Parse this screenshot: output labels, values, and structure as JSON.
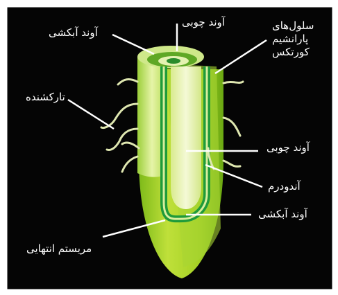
{
  "labels": {
    "xylem_top": "آوند چوبی",
    "phloem_top": "آوند آبکشی",
    "parenchyma_line1": "سلول‌های",
    "parenchyma_line2": "پارانشیم",
    "parenchyma_line3": "کورتکس",
    "root_hair": "تارکشنده",
    "xylem_mid": "آوند چوبی",
    "endodermis": "آندودرم",
    "phloem_mid": "آوند آبکشی",
    "meristem": "مریستم انتهایی"
  },
  "colors": {
    "background": "#050505",
    "frame": "#ffffff",
    "root_light": "#b9dd2c",
    "root_mid": "#8cc21c",
    "root_dark": "#4f8a0e",
    "vascular_band": "#1a9a3a",
    "xylem_core": "#e8f2b4",
    "label_text": "#ffffff",
    "leader_line": "#ffffff",
    "root_hair": "#dfe7b0"
  }
}
